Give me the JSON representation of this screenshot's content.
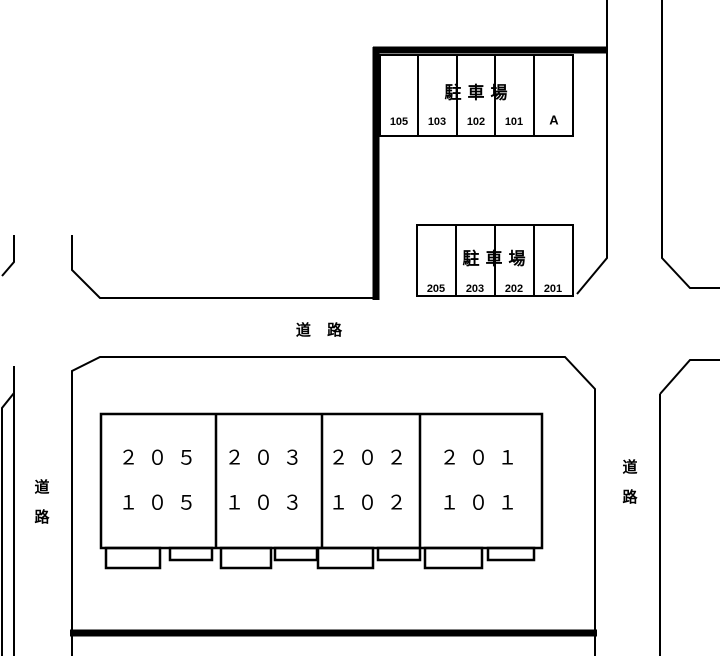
{
  "document": {
    "title": "駐車場・建物配置図",
    "type": "site-layout-plan",
    "bg_color": "#ffffff",
    "line_color": "#000000"
  },
  "parking_lot_upper": {
    "title": "駐車場",
    "stalls": [
      {
        "label": "105"
      },
      {
        "label": "103"
      },
      {
        "label": "102"
      },
      {
        "label": "101"
      },
      {
        "label": "A"
      }
    ]
  },
  "parking_lot_lower": {
    "title": "駐車場",
    "stalls": [
      {
        "label": "205"
      },
      {
        "label": "203"
      },
      {
        "label": "202"
      },
      {
        "label": "201"
      }
    ]
  },
  "building": {
    "units": [
      {
        "upper": "２０５",
        "lower": "１０５"
      },
      {
        "upper": "２０３",
        "lower": "１０３"
      },
      {
        "upper": "２０２",
        "lower": "１０２"
      },
      {
        "upper": "２０１",
        "lower": "１０１"
      }
    ]
  },
  "roads": {
    "center_horizontal": "道 路",
    "left_vertical_chars": [
      "道",
      "路"
    ],
    "right_vertical_chars": [
      "道",
      "路"
    ]
  }
}
